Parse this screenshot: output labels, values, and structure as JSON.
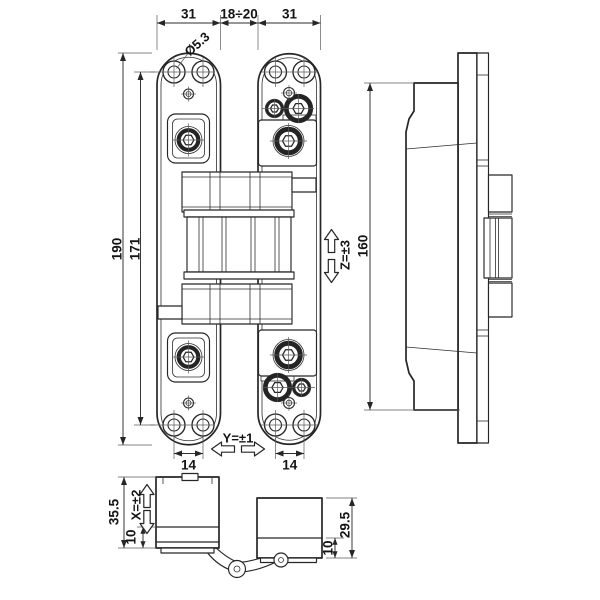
{
  "drawing": {
    "kind": "concealed-hinge-technical-drawing",
    "colors": {
      "line": "#262626",
      "background": "#ffffff",
      "text": "#141414"
    }
  },
  "dims": {
    "top_left": "31",
    "top_center": "18÷20",
    "top_right": "31",
    "hole_dia": "Ø5.3",
    "height_overall": "190",
    "height_holes": "171",
    "height_side": "160",
    "adj_z": "Z=±3",
    "adj_y": "Y=±1",
    "adj_x": "X=±2",
    "span_left": "14",
    "span_right": "14",
    "plan_total": "35.5",
    "plan_left_offset": "10",
    "plan_right_total": "29.5",
    "plan_right_offset": "10"
  }
}
